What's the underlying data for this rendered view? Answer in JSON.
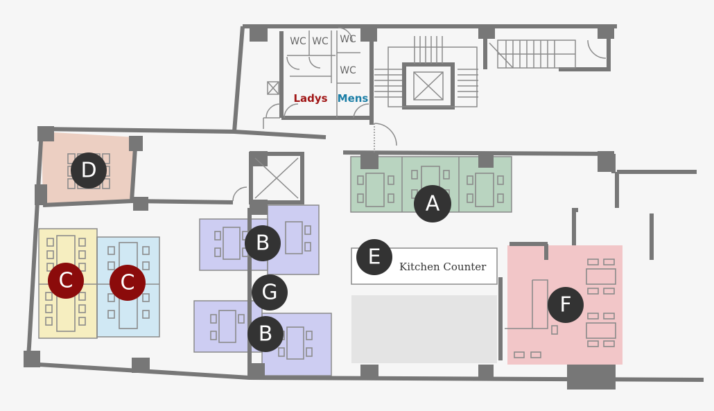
{
  "colors": {
    "zone_a": "#b9d4c0",
    "zone_b": "#cdcdf2",
    "zone_c_left": "#f6eec0",
    "zone_c_right": "#d0e8f4",
    "zone_d": "#eccfc2",
    "zone_f": "#f2c6c8",
    "marker": "#333333",
    "marker_red": "#8b0b0b",
    "wall": "#777777",
    "ladys": "#a01515",
    "mens": "#1b7ea6"
  },
  "rooms": {
    "wc": "WC",
    "ladys": "Ladys",
    "mens": "Mens"
  },
  "kitchen_counter": "Kitchen Counter",
  "markers": {
    "a": "A",
    "b": "B",
    "c": "C",
    "d": "D",
    "e": "E",
    "f": "F",
    "g": "G"
  }
}
